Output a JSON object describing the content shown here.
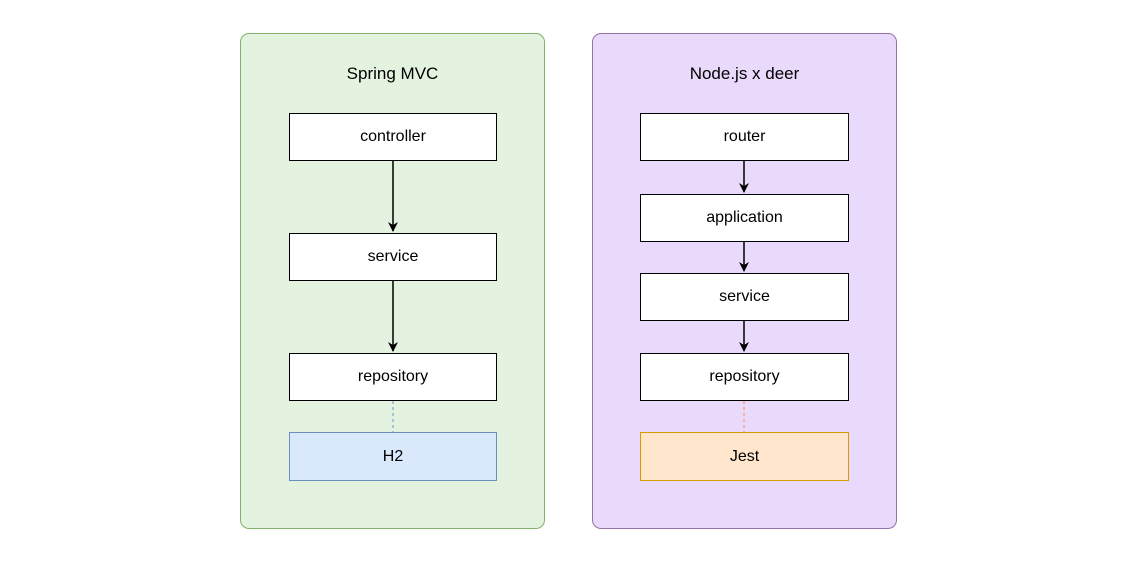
{
  "colors": {
    "spring_panel_fill": "#e4f3df",
    "spring_panel_border": "#82b366",
    "node_panel_fill": "#e9d9fb",
    "node_panel_border": "#9673a6",
    "box_border": "#000000",
    "h2_fill": "#dae8fc",
    "h2_border": "#6c8ebf",
    "jest_fill": "#ffe6cc",
    "jest_border": "#d79b00",
    "dashed_blue": "#7ea6e0",
    "dashed_orange": "#ff9966"
  },
  "spring": {
    "title": "Spring MVC",
    "controller": "controller",
    "service": "service",
    "repository": "repository",
    "db": "H2"
  },
  "node": {
    "title": "Node.js x deer",
    "router": "router",
    "application": "application",
    "service": "service",
    "repository": "repository",
    "test": "Jest"
  }
}
